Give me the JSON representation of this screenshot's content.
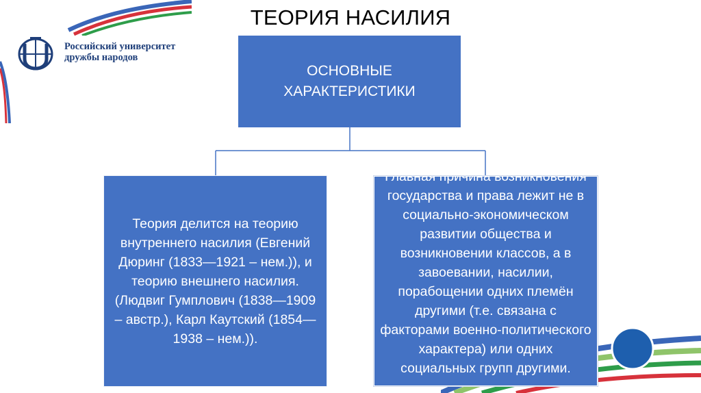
{
  "slide": {
    "title": "ТЕОРИЯ НАСИЛИЯ"
  },
  "logo": {
    "line1": "Российский университет",
    "line2": "дружбы народов"
  },
  "diagram": {
    "top_node": "ОСНОВНЫЕ ХАРАКТЕРИСТИКИ",
    "left_node": "Теория делится на теорию внутреннего насилия (Евгений Дюринг (1833—1921 – нем.)), и теорию внешнего насилия. (Людвиг Гумплович (1838—1909 – австр.), Карл Каутский (1854—1938 – нем.)).",
    "right_node": "Главная причина возникновения государства и права лежит не в социально-экономическом развитии общества и возникновении классов, а в завоевании, насилии, порабощении одних племён другими (т.е. связана с факторами военно-политического характера) или одних социальных групп другими."
  },
  "colors": {
    "box_fill": "#4472c4",
    "connector": "#4472c4",
    "logo_blue": "#1f3f7a"
  }
}
